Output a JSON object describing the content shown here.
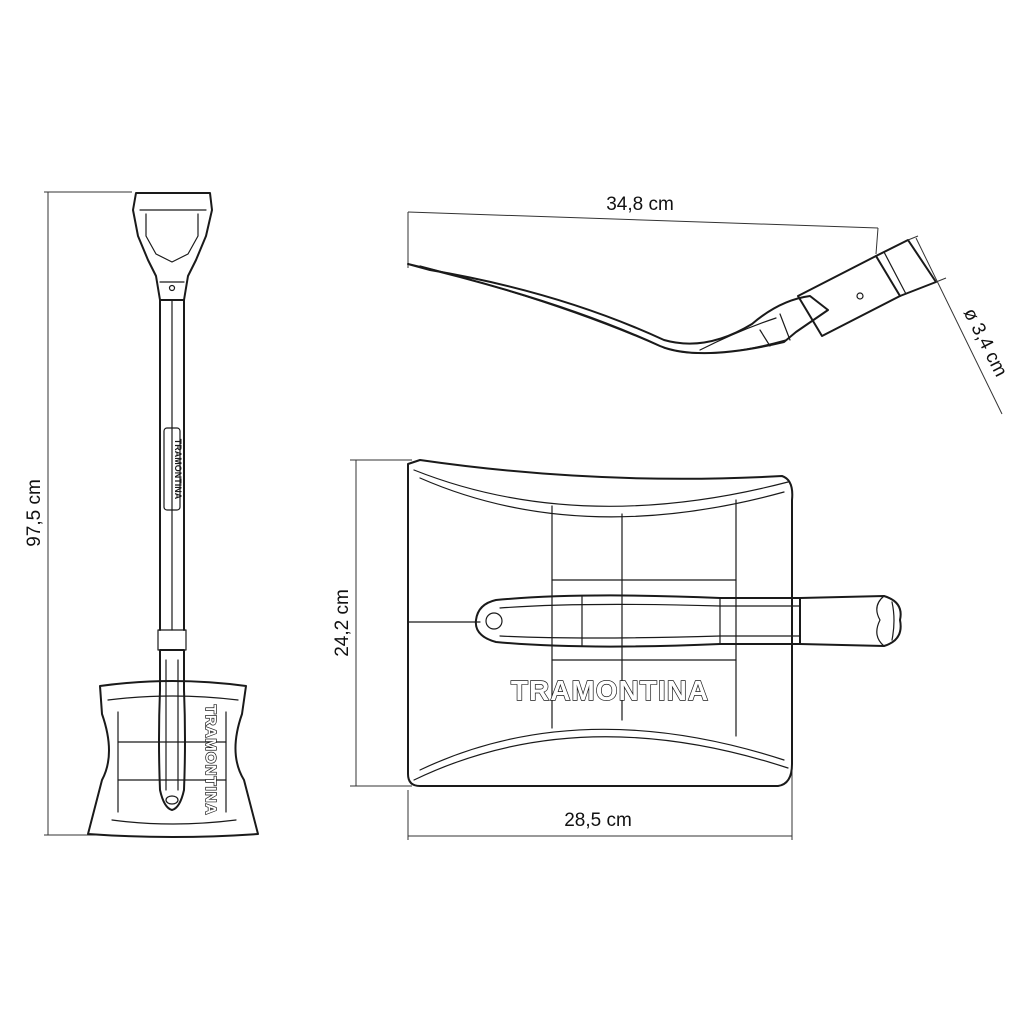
{
  "brand": "TRAMONTINA",
  "dimensions": {
    "total_length": "97,5 cm",
    "blade_length": "34,8 cm",
    "handle_diameter": "ø 3,4 cm",
    "blade_height": "24,2 cm",
    "blade_width": "28,5 cm"
  }
}
